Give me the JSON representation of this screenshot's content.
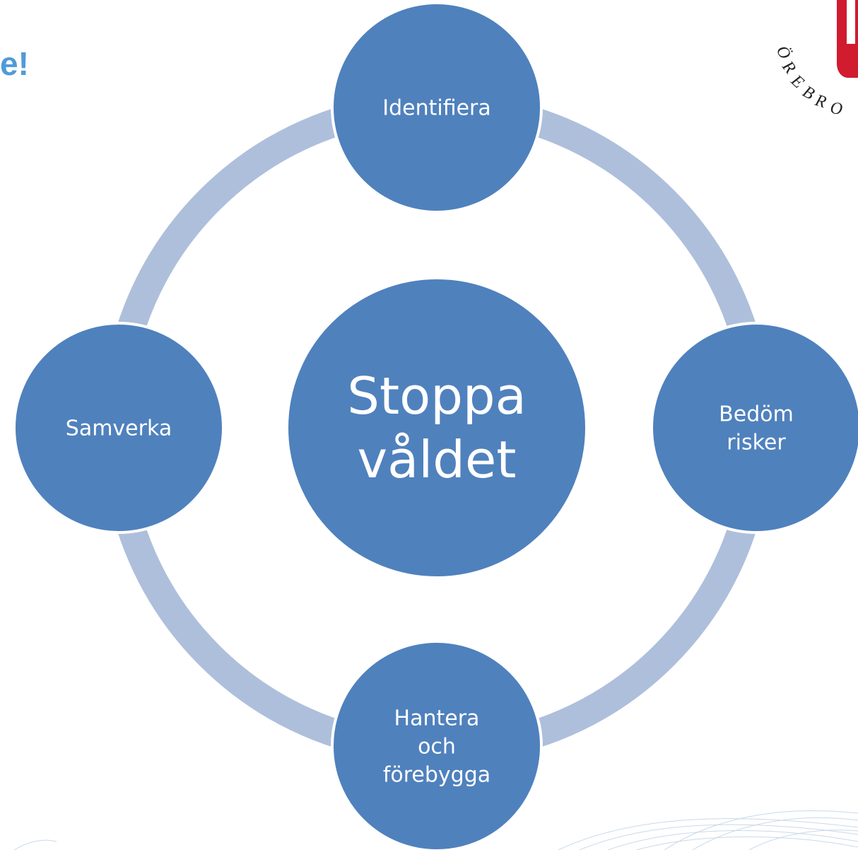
{
  "header": {
    "title_fragment": "e!"
  },
  "diagram": {
    "center": {
      "lines": [
        "Stoppa",
        "våldet"
      ]
    },
    "nodes": [
      {
        "id": "identifiera",
        "lines": [
          "Identifiera"
        ]
      },
      {
        "id": "bedom-risker",
        "lines": [
          "Bedöm",
          "risker"
        ]
      },
      {
        "id": "hantera",
        "lines": [
          "Hantera",
          "och",
          "förebygga"
        ]
      },
      {
        "id": "samverka",
        "lines": [
          "Samverka"
        ]
      }
    ],
    "colors": {
      "circle_fill": "#4f81bd",
      "circle_stroke": "#ffffff",
      "ring": "#aebfdc",
      "title": "#4f9bd8",
      "logo_red": "#d11b2f"
    }
  },
  "logo": {
    "text": "ÖREBRO",
    "icon": "orebro-crest-icon"
  },
  "decoration": {
    "icon": "wave-mesh-icon"
  }
}
